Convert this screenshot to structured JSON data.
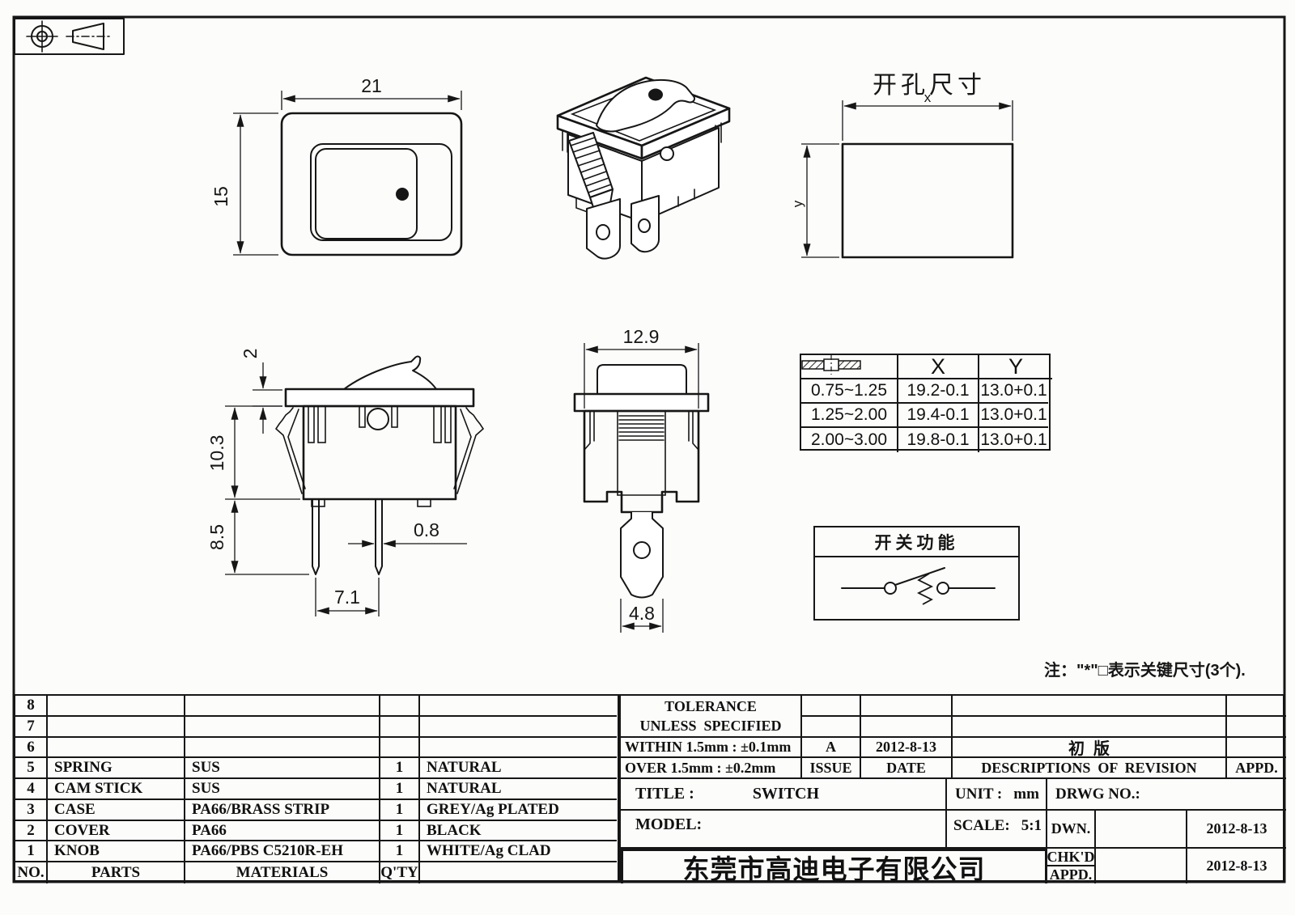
{
  "projection": {
    "circle_symbol": "first-angle-projection-circle",
    "cone_symbol": "first-angle-projection-cone"
  },
  "views": {
    "front": {
      "dim_width": "21",
      "dim_height": "15"
    },
    "side": {
      "dim_knob": "2",
      "dim_body": "10.3",
      "dim_pin_len": "8.5",
      "dim_pin_pitch": "7.1",
      "dim_pin_thick": "0.8"
    },
    "end": {
      "dim_width": "12.9",
      "dim_terminal": "4.8"
    },
    "cutout": {
      "title": "开孔尺寸",
      "dim_x": "x",
      "dim_y": "y"
    }
  },
  "panel_table": {
    "headers": [
      "panel-thickness-symbol",
      "X",
      "Y"
    ],
    "rows": [
      [
        "0.75~1.25",
        "19.2-0.1",
        "13.0+0.1"
      ],
      [
        "1.25~2.00",
        "19.4-0.1",
        "13.0+0.1"
      ],
      [
        "2.00~3.00",
        "19.8-0.1",
        "13.0+0.1"
      ]
    ]
  },
  "function_box": {
    "title": "开关功能"
  },
  "note": "注：\"*\"□表示关键尺寸(3个).",
  "parts_table": {
    "rows": [
      {
        "no": "8",
        "parts": "",
        "materials": "",
        "qty": "",
        "color": ""
      },
      {
        "no": "7",
        "parts": "",
        "materials": "",
        "qty": "",
        "color": ""
      },
      {
        "no": "6",
        "parts": "",
        "materials": "",
        "qty": "",
        "color": ""
      },
      {
        "no": "5",
        "parts": "SPRING",
        "materials": "SUS",
        "qty": "1",
        "color": "NATURAL"
      },
      {
        "no": "4",
        "parts": "CAM STICK",
        "materials": "SUS",
        "qty": "1",
        "color": "NATURAL"
      },
      {
        "no": "3",
        "parts": "CASE",
        "materials": "PA66/BRASS STRIP",
        "qty": "1",
        "color": "GREY/Ag PLATED"
      },
      {
        "no": "2",
        "parts": "COVER",
        "materials": "PA66",
        "qty": "1",
        "color": "BLACK"
      },
      {
        "no": "1",
        "parts": "KNOB",
        "materials": "PA66/PBS C5210R-EH",
        "qty": "1",
        "color": "WHITE/Ag CLAD"
      }
    ],
    "footer": {
      "no": "NO.",
      "parts": "PARTS",
      "materials": "MATERIALS",
      "qty": "Q'TY",
      "color": ""
    }
  },
  "tolerance_block": {
    "line1": "TOLERANCE",
    "line2": "UNLESS  SPECIFIED",
    "within": "WITHIN 1.5mm : ±0.1mm",
    "over": "OVER 1.5mm : ±0.2mm"
  },
  "revision_block": {
    "issue_value": "A",
    "date_value": "2012-8-13",
    "description_value": "初  版",
    "issue_label": "ISSUE",
    "date_label": "DATE",
    "desc_label": "DESCRIPTIONS  OF  REVISION",
    "appd_label": "APPD."
  },
  "title_block": {
    "title_label": "TITLE :",
    "title_value": "SWITCH",
    "unit_label": "UNIT :",
    "unit_value": "mm",
    "drwg_label": "DRWG NO.:",
    "model_label": "MODEL:",
    "scale_label": "SCALE:",
    "scale_value": "5:1",
    "dwn_label": "DWN.",
    "chkd_label": "CHK'D",
    "appd_label": "APPD.",
    "dwn_date": "2012-8-13",
    "chkd_date": "2012-8-13",
    "company": "东莞市高迪电子有限公司"
  }
}
